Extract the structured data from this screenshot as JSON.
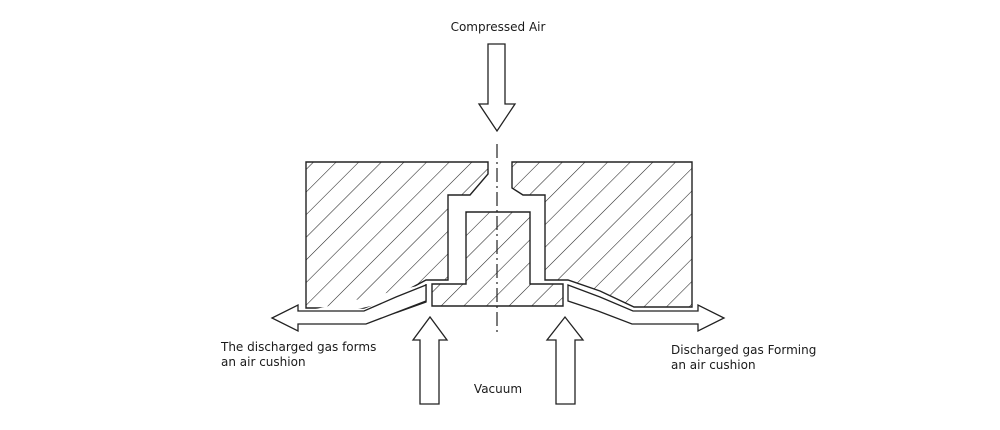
{
  "labels": {
    "compressed_air": "Compressed Air",
    "vacuum": "Vacuum",
    "left_discharge_line1": "The discharged gas forms",
    "left_discharge_line2": "an air cushion",
    "right_discharge_line1": "Discharged gas Forming",
    "right_discharge_line2": "an air cushion"
  },
  "colors": {
    "stroke": "#222222",
    "background": "#ffffff",
    "text": "#1a1a1a"
  }
}
